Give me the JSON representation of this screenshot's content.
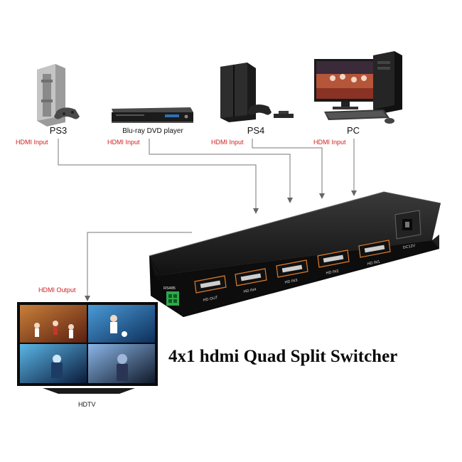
{
  "diagram": {
    "title": "4x1 hdmi Quad Split Switcher",
    "sources": [
      {
        "name": "PS3",
        "port_label": "HDMI Input"
      },
      {
        "name": "Blu-ray DVD player",
        "port_label": "HDMI Input"
      },
      {
        "name": "PS4",
        "port_label": "HDMI Input"
      },
      {
        "name": "PC",
        "port_label": "HDMI Input"
      }
    ],
    "output": {
      "name": "HDTV",
      "port_label": "HDMI Output"
    },
    "switcher": {
      "ports": [
        "HD OUT",
        "HD IN4",
        "HD IN3",
        "HD IN2",
        "HD IN1"
      ],
      "rs485": "RS485",
      "power": "DC12V"
    },
    "colors": {
      "label_red": "#d02020",
      "device_dark": "#1a1a1a",
      "arrow": "#777777"
    }
  }
}
